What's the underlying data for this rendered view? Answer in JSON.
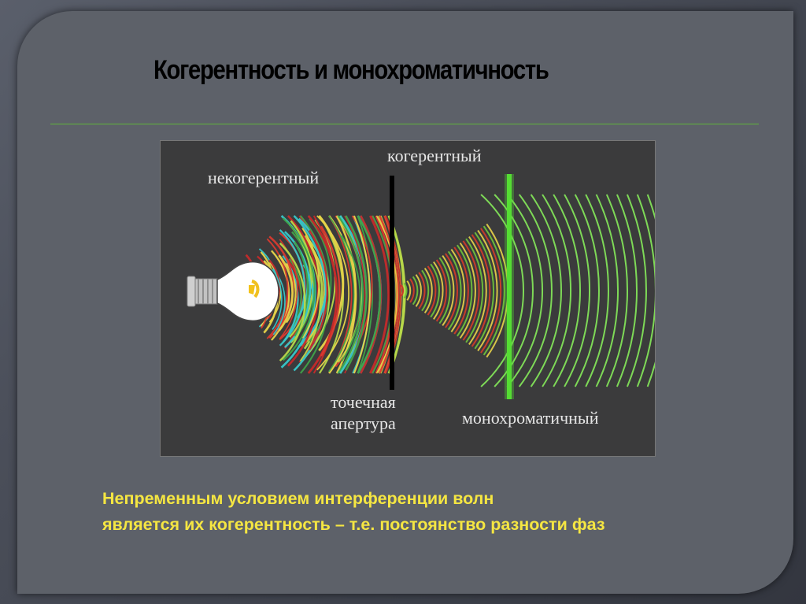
{
  "title": "Когерентность и монохроматичность",
  "figure": {
    "labels": {
      "incoherent": "некогерентный",
      "coherent": "когерентный",
      "aperture_line1": "точечная",
      "aperture_line2": "апертура",
      "monochromatic": "монохроматичный"
    },
    "colors": {
      "incoherent_waves": [
        "#d83a2f",
        "#b8d94a",
        "#37c7c9",
        "#e8d44a",
        "#3fa34a",
        "#c42a2a"
      ],
      "coherent_cone": [
        "#c73a2c",
        "#6bb93a",
        "#d8c448"
      ],
      "monochromatic_waves": "#7ed957",
      "filter": "#55dd33",
      "aperture": "#000000"
    },
    "icons": {
      "bulb": "light-bulb-icon"
    }
  },
  "caption": {
    "line1": "Непременным условием интерференции волн",
    "line2": "является их когерентность – т.е. постоянство  разности фаз"
  }
}
